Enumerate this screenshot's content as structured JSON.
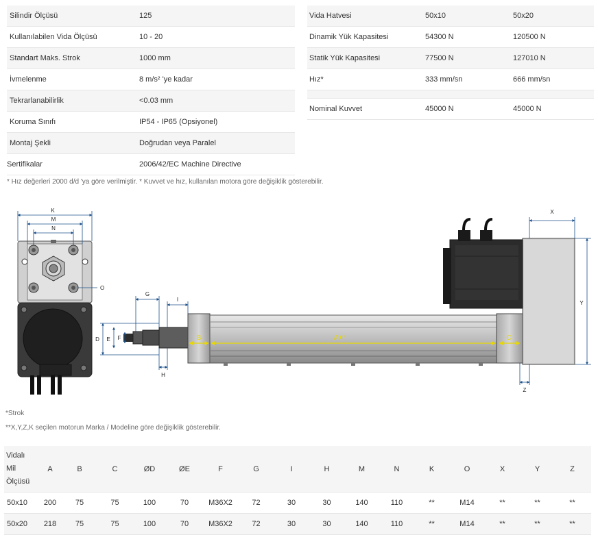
{
  "spec_left": [
    {
      "label": "Silindir Ölçüsü",
      "value": "125"
    },
    {
      "label": "Kullanılabilen Vida Ölçüsü",
      "value": "10 - 20"
    },
    {
      "label": "Standart Maks. Strok",
      "value": "1000 mm"
    },
    {
      "label": "İvmelenme",
      "value": "8 m/s² 'ye kadar"
    },
    {
      "label": "Tekrarlanabilirlik",
      "value": "<0.03 mm"
    },
    {
      "label": "Koruma Sınıfı",
      "value": "IP54 - IP65 (Opsiyonel)"
    },
    {
      "label": "Montaj Şekli",
      "value": "Doğrudan veya Paralel"
    },
    {
      "label": "Sertifikalar",
      "value": "2006/42/EC Machine Directive"
    }
  ],
  "spec_right": [
    {
      "label": "Vida Hatvesi",
      "v1": "50x10",
      "v2": "50x20"
    },
    {
      "label": "Dinamik Yük Kapasitesi",
      "v1": "54300 N",
      "v2": "120500 N"
    },
    {
      "label": "Statik Yük Kapasitesi",
      "v1": "77500 N",
      "v2": "127010 N"
    },
    {
      "label": "Hız*",
      "v1": "333 mm/sn",
      "v2": "666 mm/sn"
    },
    {
      "label": "Nominal Kuvvet",
      "v1": "45000 N",
      "v2": "45000 N"
    }
  ],
  "note": "* Hız değerleri 2000 d/d 'ya göre verilmiştir. * Kuvvet ve hız, kullanılan motora göre değişiklik gösterebilir.",
  "drawing_labels": {
    "K": "K",
    "M": "M",
    "N": "N",
    "O": "O",
    "G": "G",
    "I": "I",
    "D": "D",
    "E": "E",
    "F": "F",
    "H": "H",
    "B": "B",
    "A": "A+*",
    "C": "C",
    "X": "X",
    "Y": "Y",
    "Z": "Z"
  },
  "footnote1": "*Strok",
  "footnote2": "**X,Y,Z,K seçilen motorun Marka / Modeline göre değişiklik gösterebilir.",
  "dim_table": {
    "header_first": [
      "Vidalı",
      "Mil",
      "Ölçüsü"
    ],
    "headers": [
      "A",
      "B",
      "C",
      "ØD",
      "ØE",
      "F",
      "G",
      "I",
      "H",
      "M",
      "N",
      "K",
      "O",
      "X",
      "Y",
      "Z"
    ],
    "rows": [
      [
        "50x10",
        "200",
        "75",
        "75",
        "100",
        "70",
        "M36X2",
        "72",
        "30",
        "30",
        "140",
        "110",
        "**",
        "M14",
        "**",
        "**",
        "**"
      ],
      [
        "50x20",
        "218",
        "75",
        "75",
        "100",
        "70",
        "M36X2",
        "72",
        "30",
        "30",
        "140",
        "110",
        "**",
        "M14",
        "**",
        "**",
        "**"
      ]
    ]
  }
}
